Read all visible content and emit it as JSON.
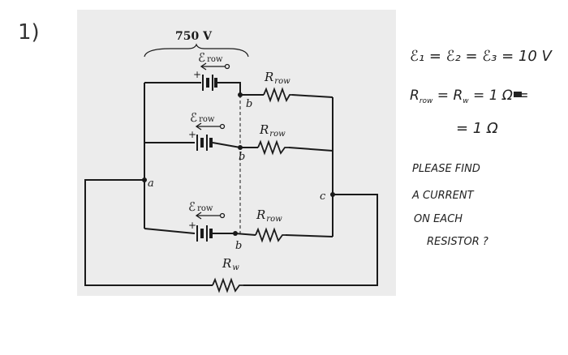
{
  "question_number": "1)",
  "figure": {
    "voltage_label": "750 V",
    "emf_label_top": "ℰ",
    "emf_sub_top": "row",
    "emf_label_mid": "ℰ",
    "emf_sub_mid": "row",
    "emf_label_bot": "ℰ",
    "emf_sub_bot": "row",
    "r_label_top": "R",
    "r_sub_top": "row",
    "r_label_mid": "R",
    "r_sub_mid": "row",
    "r_label_bot": "R",
    "r_sub_bot": "row",
    "rw_label": "R",
    "rw_sub": "w",
    "node_a": "a",
    "node_b1": "b",
    "node_b2": "b",
    "node_b3": "b",
    "node_c": "c",
    "plus_sign": "+"
  },
  "notes": {
    "line1": "ℰ₁ = ℰ₂ = ℰ₃ = 10 V",
    "line2_a": "R",
    "line2_sub": "row",
    "line2_b": " = R",
    "line2_sub2": "w",
    "line2_c": " = 1",
    "line2_d": " Ω =",
    "line3": "= 1 Ω",
    "line4": "PLEASE FIND",
    "line5": "A CURRENT",
    "line6": "ON EACH",
    "line7": "RESISTOR ?"
  },
  "colors": {
    "figure_bg": "#ececec",
    "ink": "#1a1a1a"
  }
}
